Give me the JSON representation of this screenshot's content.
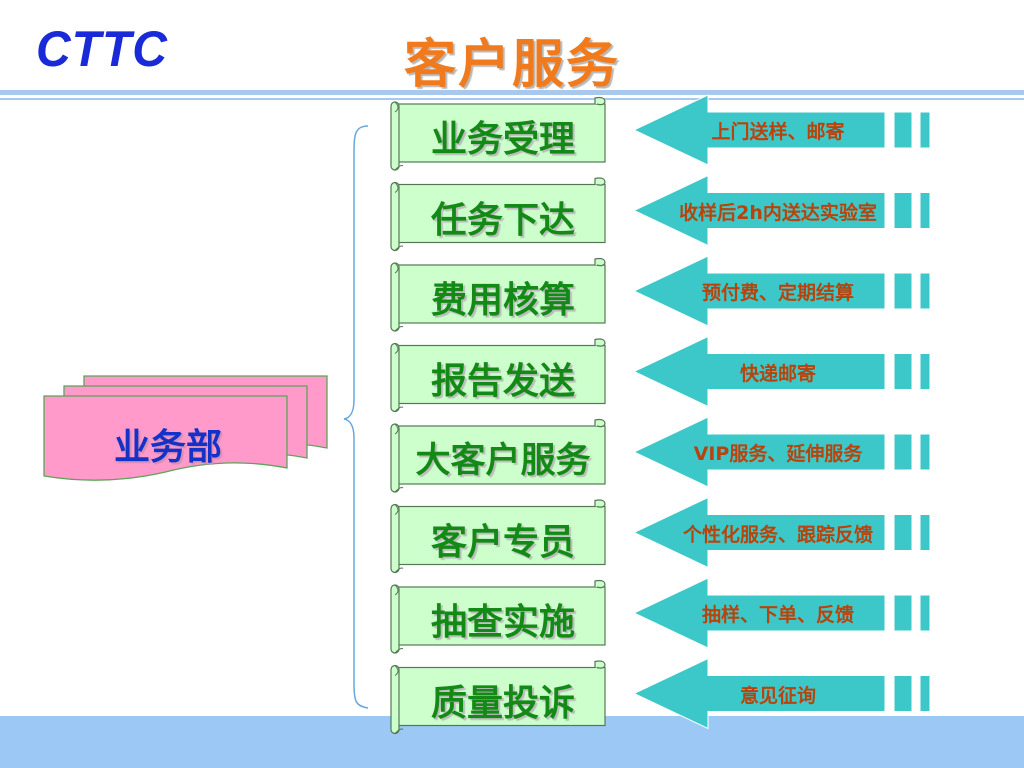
{
  "header": {
    "logo": "CTTC",
    "title": "客户服务"
  },
  "department": {
    "label": "业务部"
  },
  "services": [
    {
      "name": "业务受理",
      "detail": "上门送样、邮寄"
    },
    {
      "name": "任务下达",
      "detail": "收样后2h内送达实验室"
    },
    {
      "name": "费用核算",
      "detail": "预付费、定期结算"
    },
    {
      "name": "报告发送",
      "detail": "快递邮寄"
    },
    {
      "name": "大客户服务",
      "detail": "VIP服务、延伸服务"
    },
    {
      "name": "客户专员",
      "detail": "个性化服务、跟踪反馈"
    },
    {
      "name": "抽查实施",
      "detail": "抽样、下单、反馈"
    },
    {
      "name": "质量投诉",
      "detail": "意见征询"
    }
  ],
  "colors": {
    "scroll_fill": "#ccffcc",
    "scroll_text": "#138a16",
    "arrow_fill": "#3cc8c8",
    "arrow_text": "#b8430c",
    "dept_fill": "#ff9acb",
    "dept_text": "#1432c8",
    "title": "#f07a1c",
    "logo": "#1a2ad8",
    "band": "#9cc8f5"
  }
}
